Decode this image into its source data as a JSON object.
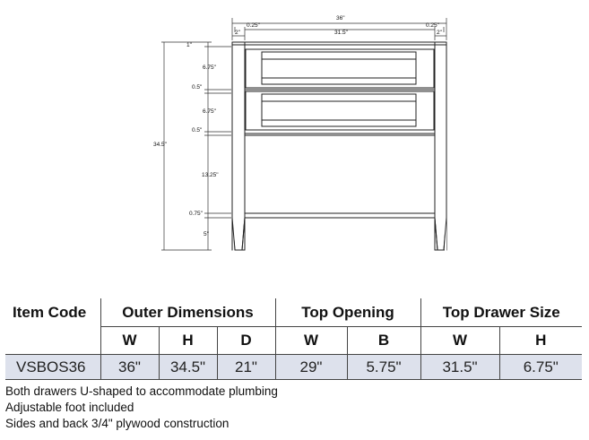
{
  "drawing": {
    "overall_width": "36\"",
    "side_left": "0.25\"",
    "side_right": "0.25\"",
    "leg_left": "2\"",
    "leg_right": "2\"",
    "inner_width": "31.5\"",
    "top_rail": "1\"",
    "drawer1": "6.75\"",
    "rail1": "0.5\"",
    "drawer2": "6.75\"",
    "rail2": "0.5\"",
    "open_space": "13.25\"",
    "shelf": "0.75\"",
    "toe": "5\"",
    "overall_height": "34.5\""
  },
  "table": {
    "item_code_label": "Item Code",
    "groups": {
      "outer": "Outer Dimensions",
      "top_opening": "Top Opening",
      "top_drawer": "Top Drawer Size"
    },
    "subheaders": [
      "W",
      "H",
      "D",
      "W",
      "B",
      "W",
      "H"
    ],
    "row": {
      "code": "VSBOS36",
      "values": [
        "36\"",
        "34.5\"",
        "21\"",
        "29\"",
        "5.75\"",
        "31.5\"",
        "6.75\""
      ]
    }
  },
  "notes": [
    "Both drawers U-shaped to accommodate plumbing",
    "Adjustable foot included",
    "Sides and back 3/4\" plywood construction"
  ]
}
